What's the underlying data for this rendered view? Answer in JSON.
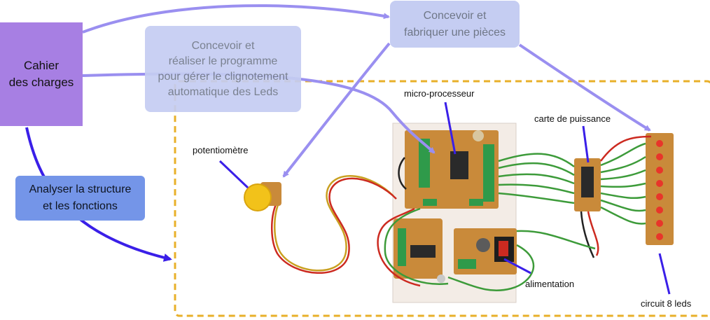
{
  "boxes": {
    "cahier": "Cahier\ndes charges",
    "fabriquer": "Concevoir et\nfabriquer une pièces",
    "programme": "Concevoir et\nréaliser le programme\npour gérer le clignotement\nautomatique des Leds",
    "analyser": "Analyser la structure\net les fonctions"
  },
  "labels": {
    "microprocesseur": "micro-processeur",
    "carte_puissance": "carte de puissance",
    "potentiometre": "potentiomètre",
    "alimentation": "alimentation",
    "circuit_leds": "circuit 8 leds"
  },
  "colors": {
    "arrow_light": "#9a8ff0",
    "arrow_dark": "#3a1fe8",
    "dashed_frame": "#e8b02a",
    "cahier_fill": "#a77fe3",
    "box_light": "#c5cdf2",
    "box_analyse": "#7495e8"
  }
}
